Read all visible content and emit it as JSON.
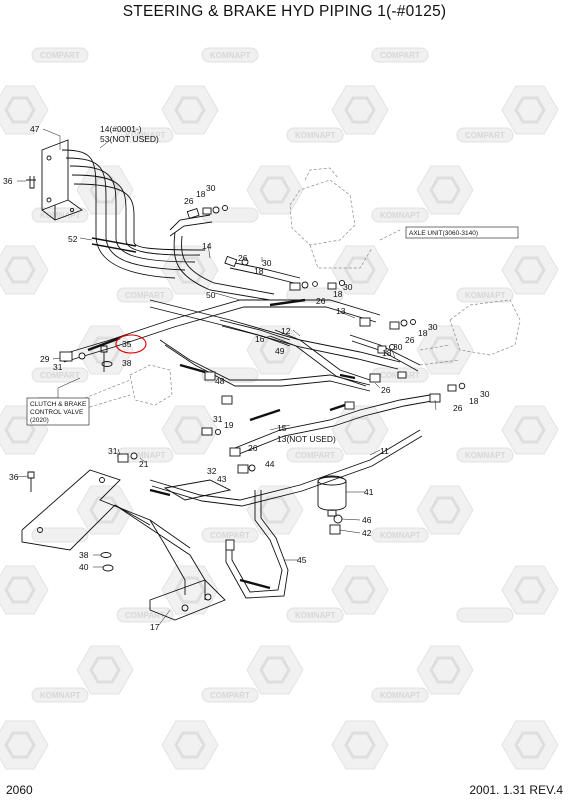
{
  "title": "STEERING & BRAKE HYD PIPING 1(-#0125)",
  "footer": {
    "page_number": "2060",
    "revision": "2001. 1.31 REV.4"
  },
  "watermark": {
    "brand_a": "KOMNAPT",
    "brand_b": "COMPART"
  },
  "notes": {
    "n14": "14(#0001-)",
    "n53": "53(NOT USED)",
    "axle": "AXLE UNIT(3060-3140)",
    "ccv1": "CLUTCH & BRAKE",
    "ccv2": "CONTROL VALVE",
    "ccv3": "(2020)",
    "n13": "13(NOT USED)"
  },
  "highlight_part": "35",
  "callouts": [
    {
      "id": "c47a",
      "text": "47"
    },
    {
      "id": "c36a",
      "text": "36"
    },
    {
      "id": "c52",
      "text": "52"
    },
    {
      "id": "c26a",
      "text": "26"
    },
    {
      "id": "c18a",
      "text": "18"
    },
    {
      "id": "c30a",
      "text": "30"
    },
    {
      "id": "c14",
      "text": "14"
    },
    {
      "id": "c26b",
      "text": "26"
    },
    {
      "id": "c30b",
      "text": "30"
    },
    {
      "id": "c18b",
      "text": "18"
    },
    {
      "id": "c30c",
      "text": "30"
    },
    {
      "id": "c18c",
      "text": "18"
    },
    {
      "id": "c26c",
      "text": "26"
    },
    {
      "id": "c50",
      "text": "50"
    },
    {
      "id": "c13",
      "text": "13"
    },
    {
      "id": "c12",
      "text": "12"
    },
    {
      "id": "c30d",
      "text": "30"
    },
    {
      "id": "c18d",
      "text": "18"
    },
    {
      "id": "c26d",
      "text": "26"
    },
    {
      "id": "c16",
      "text": "16"
    },
    {
      "id": "c49",
      "text": "49"
    },
    {
      "id": "c18e",
      "text": "18"
    },
    {
      "id": "c30e",
      "text": "30"
    },
    {
      "id": "c29",
      "text": "29"
    },
    {
      "id": "c31a",
      "text": "31"
    },
    {
      "id": "c38a",
      "text": "38"
    },
    {
      "id": "c48",
      "text": "48"
    },
    {
      "id": "c26e",
      "text": "26"
    },
    {
      "id": "c26f",
      "text": "26"
    },
    {
      "id": "c18f",
      "text": "18"
    },
    {
      "id": "c30f",
      "text": "30"
    },
    {
      "id": "c31b",
      "text": "31"
    },
    {
      "id": "c19",
      "text": "19"
    },
    {
      "id": "c15",
      "text": "15"
    },
    {
      "id": "c26g",
      "text": "26"
    },
    {
      "id": "c11",
      "text": "11"
    },
    {
      "id": "c31c",
      "text": "31"
    },
    {
      "id": "c21",
      "text": "21"
    },
    {
      "id": "c32",
      "text": "32"
    },
    {
      "id": "c43",
      "text": "43"
    },
    {
      "id": "c44",
      "text": "44"
    },
    {
      "id": "c36b",
      "text": "36"
    },
    {
      "id": "c41",
      "text": "41"
    },
    {
      "id": "c46",
      "text": "46"
    },
    {
      "id": "c42",
      "text": "42"
    },
    {
      "id": "c38b",
      "text": "38"
    },
    {
      "id": "c40",
      "text": "40"
    },
    {
      "id": "c45",
      "text": "45"
    },
    {
      "id": "c17",
      "text": "17"
    }
  ]
}
